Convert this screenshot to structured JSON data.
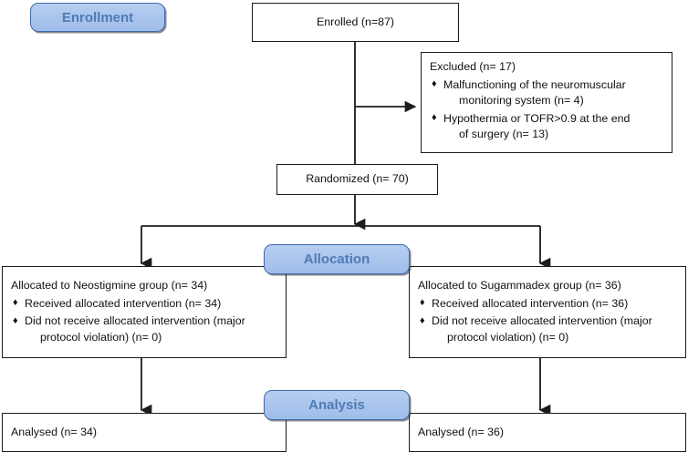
{
  "diagram": {
    "type": "consort-flow-diagram",
    "colors": {
      "badge_fill": "#a9c4ec",
      "badge_border": "#3f6aa8",
      "badge_text": "#4f7bb5",
      "box_border": "#1c1c1c",
      "box_fill": "#ffffff",
      "text": "#111111",
      "connector": "#1c1c1c"
    },
    "bullet_glyph": "♦"
  },
  "phases": {
    "enrollment": {
      "label": "Enrollment"
    },
    "allocation": {
      "label": "Allocation"
    },
    "analysis": {
      "label": "Analysis"
    }
  },
  "nodes": {
    "enrolled": {
      "title": "Enrolled (n=87)"
    },
    "excluded": {
      "title": "Excluded (n= 17)",
      "bullets": [
        {
          "line1": "Malfunctioning of the neuromuscular",
          "line2": "monitoring system (n= 4)"
        },
        {
          "line1": "Hypothermia or TOFR>0.9 at the end",
          "line2": "of surgery (n= 13)"
        }
      ]
    },
    "randomized": {
      "title": "Randomized (n= 70)"
    },
    "allocated_left": {
      "title": "Allocated to Neostigmine group (n= 34)",
      "bullets": [
        {
          "line1": "Received allocated intervention (n= 34)",
          "line2": ""
        },
        {
          "line1": "Did not receive allocated intervention (major",
          "line2": "protocol violation) (n= 0)"
        }
      ]
    },
    "allocated_right": {
      "title": "Allocated to Sugammadex group (n= 36)",
      "bullets": [
        {
          "line1": "Received allocated intervention (n= 36)",
          "line2": ""
        },
        {
          "line1": "Did not receive allocated intervention (major",
          "line2": "protocol violation) (n= 0)"
        }
      ]
    },
    "analysed_left": {
      "title": "Analysed (n= 34)"
    },
    "analysed_right": {
      "title": "Analysed (n= 36)"
    }
  }
}
